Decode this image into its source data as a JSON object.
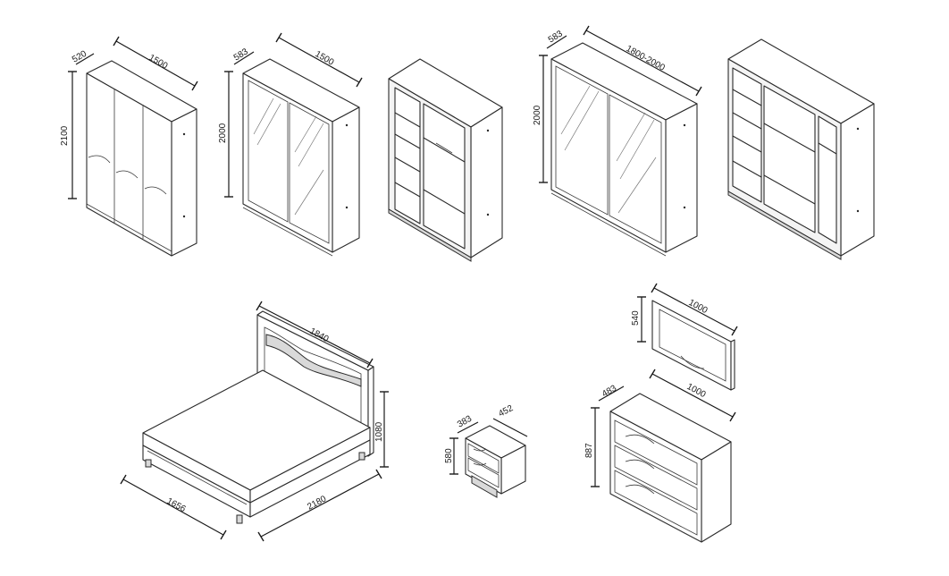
{
  "dimensions": {
    "wardrobe1": {
      "depth": "520",
      "width": "1500",
      "height": "2100"
    },
    "wardrobe2": {
      "depth": "583",
      "width": "1500",
      "height": "2000"
    },
    "wardrobe3": {
      "depth": "583",
      "width": "1800-2000",
      "height": "2000"
    },
    "bed": {
      "headboard_width": "1840",
      "height": "1080",
      "width": "1656",
      "length": "2180"
    },
    "nightstand": {
      "depth": "383",
      "width": "452",
      "height": "580"
    },
    "mirror": {
      "width": "1000",
      "height": "540"
    },
    "dresser": {
      "depth": "483",
      "width": "1000",
      "height": "887"
    }
  }
}
